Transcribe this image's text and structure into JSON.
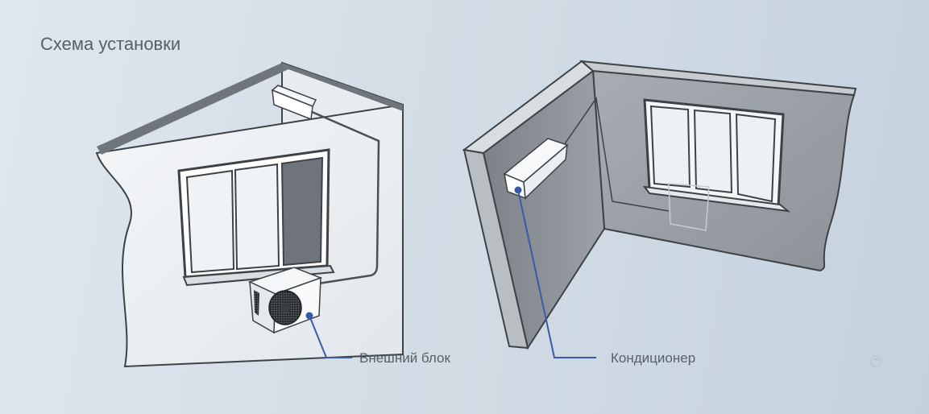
{
  "header": {
    "title": "Схема установки"
  },
  "callouts": {
    "outdoor_unit": "Внешний блок",
    "indoor_unit": "Кондиционер"
  },
  "colors": {
    "callout_line": "#3a5aa8",
    "callout_dot": "#3a5aa8",
    "wall_light": "#eef1f4",
    "wall_dark": "#8f959b",
    "outline": "#3d4247"
  },
  "icons": {
    "scroll_top": "chevron-up-icon"
  }
}
